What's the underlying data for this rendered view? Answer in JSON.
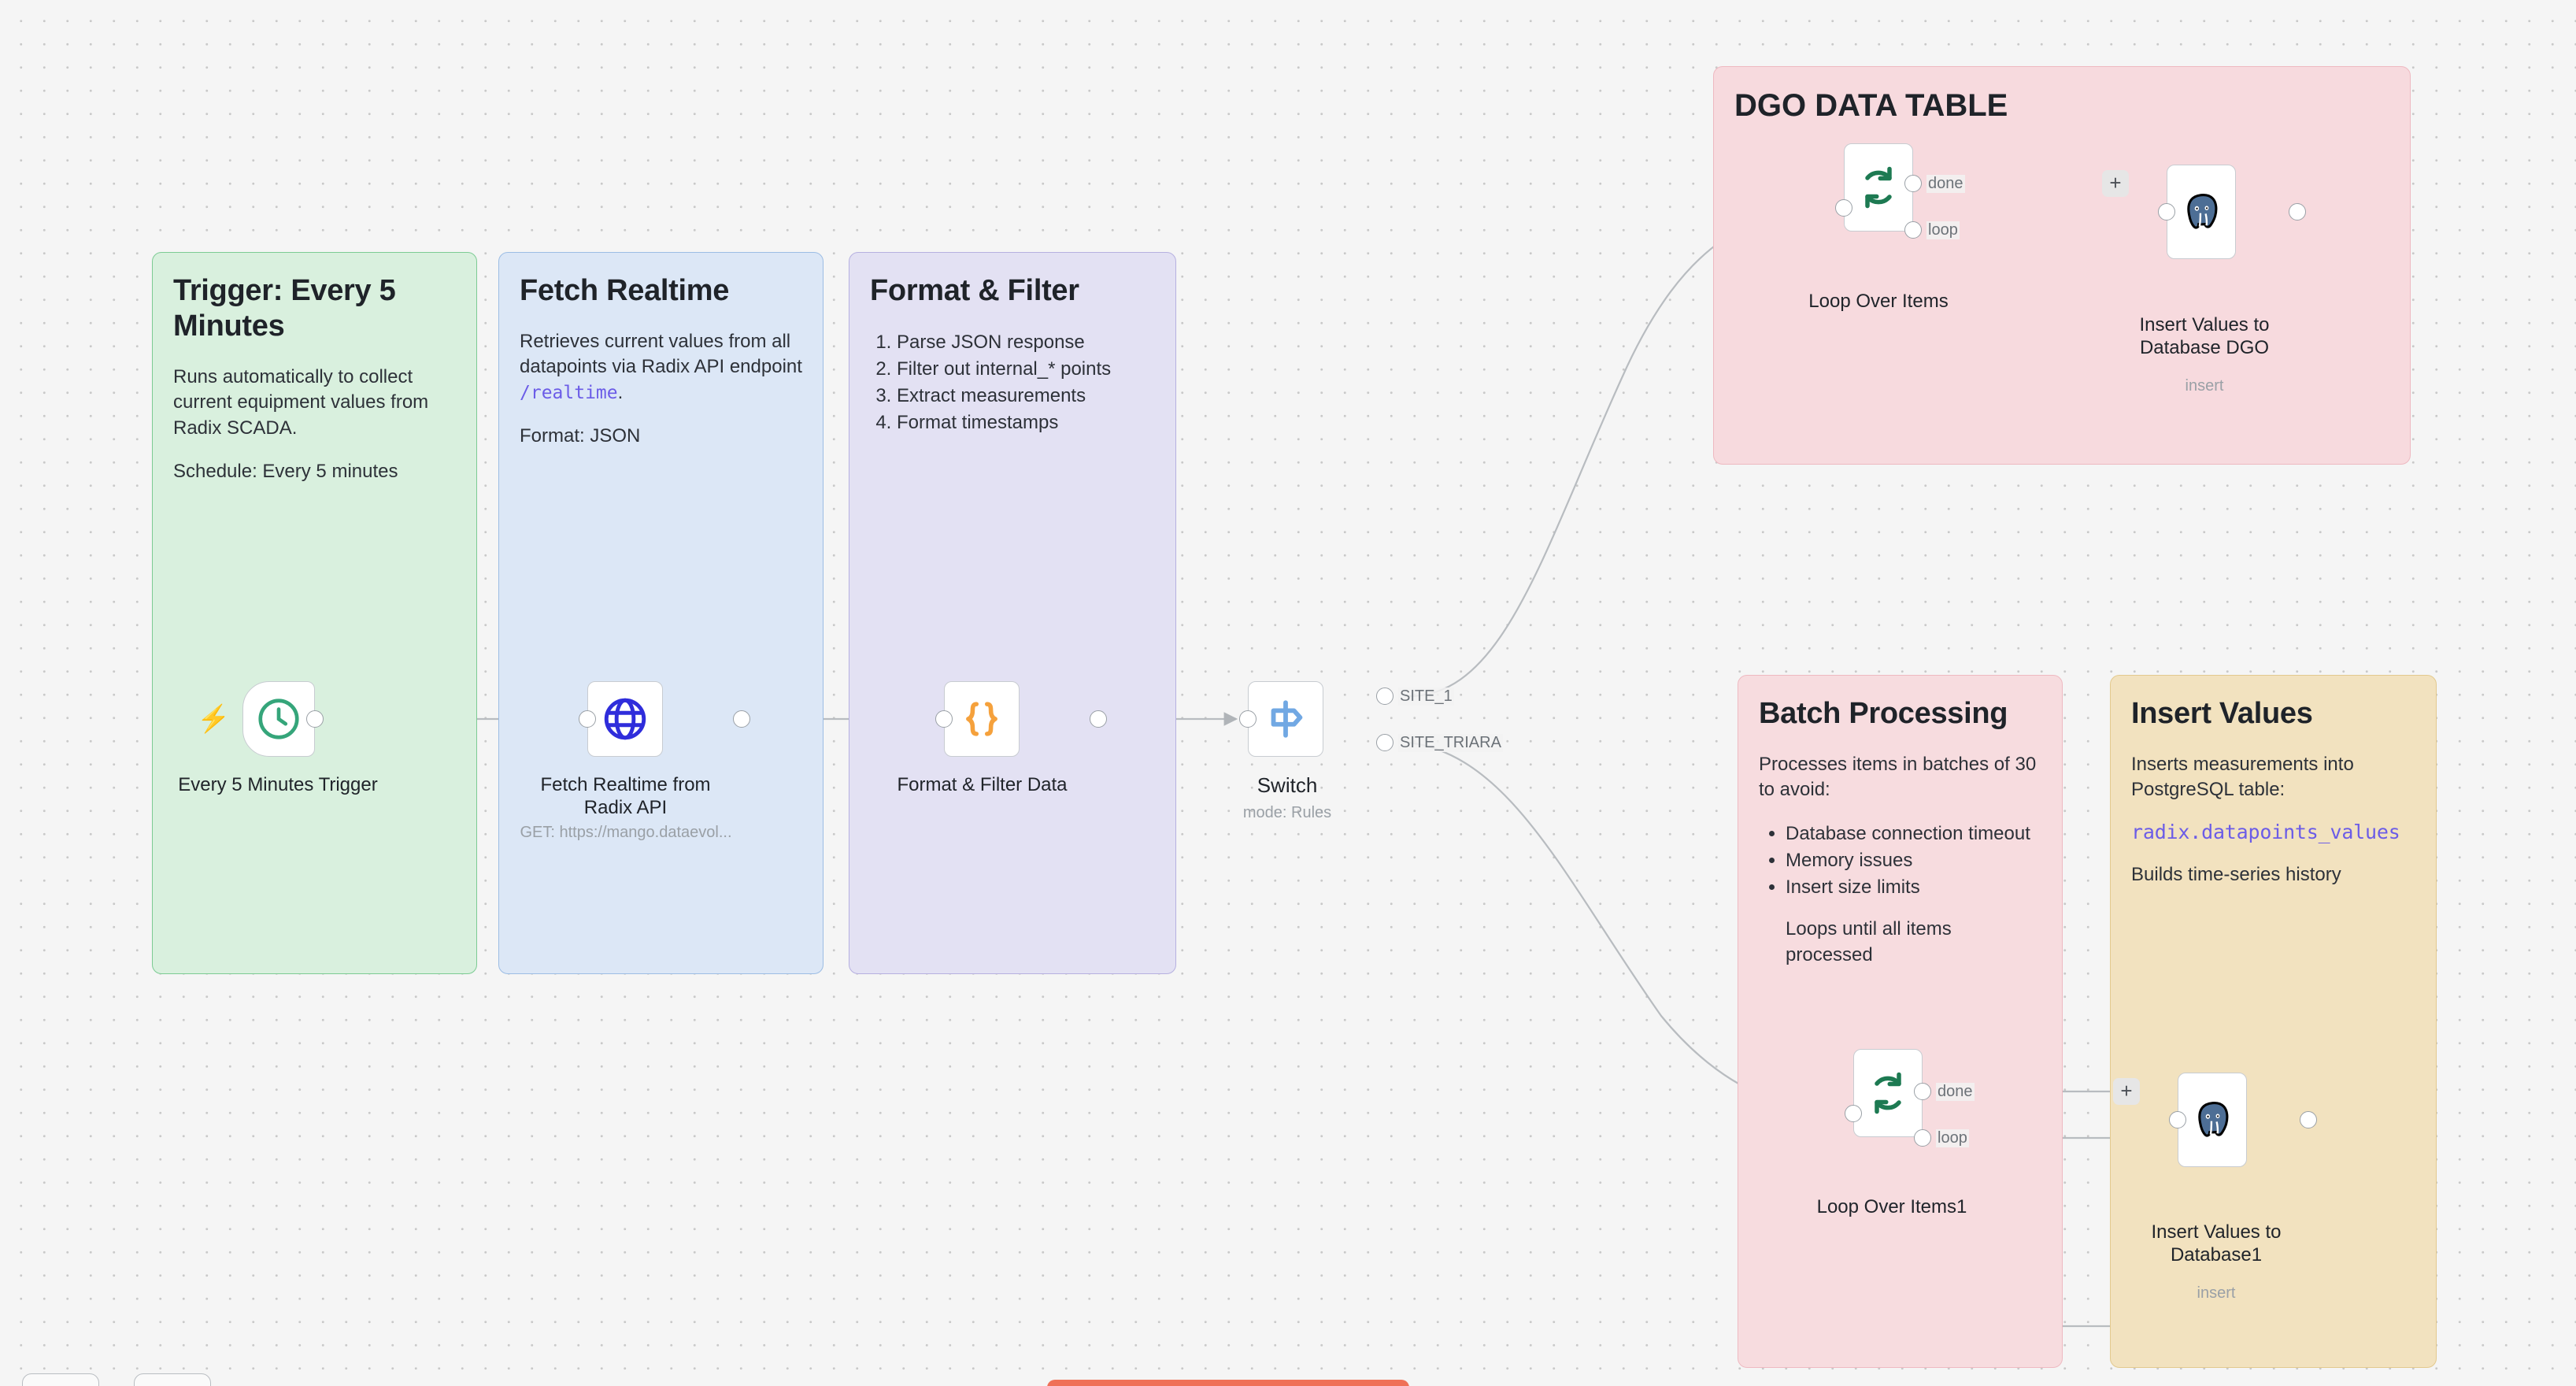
{
  "canvas": {
    "background": "#f5f5f5",
    "dot_color": "#c9c9c9"
  },
  "sticky_notes": [
    {
      "id": "trigger-note",
      "title": "Trigger: Every 5 Minutes",
      "color": "#d9f0de",
      "paragraphs": [
        "Runs automatically to collect current equipment values from Radix SCADA.",
        "Schedule: Every 5 minutes"
      ]
    },
    {
      "id": "fetch-note",
      "title": "Fetch Realtime",
      "color": "#dce7f6",
      "body_prefix": "Retrieves current values from all datapoints via Radix API endpoint ",
      "body_code": "/realtime",
      "body_suffix": ".",
      "format_line": "Format: JSON"
    },
    {
      "id": "format-note",
      "title": "Format & Filter",
      "color": "#e3e1f3",
      "steps": [
        "Parse JSON response",
        "Filter out internal_* points",
        "Extract measurements",
        "Format timestamps"
      ]
    },
    {
      "id": "dgo-note",
      "title": "DGO DATA TABLE",
      "color": "#f7dade"
    },
    {
      "id": "batch-note",
      "title": "Batch Processing",
      "color": "#f7dcdf",
      "intro": "Processes items in batches of 30 to avoid:",
      "bullets": [
        "Database connection timeout",
        "Memory issues",
        "Insert size limits"
      ],
      "outro": "Loops until all items processed"
    },
    {
      "id": "insert-note",
      "title": "Insert Values",
      "color": "#f2e2bf",
      "intro": "Inserts measurements into PostgreSQL table:",
      "table_name": "radix.datapoints_values",
      "outro": "Builds time-series history"
    }
  ],
  "nodes": [
    {
      "id": "trigger",
      "label": "Every 5 Minutes Trigger",
      "icon": "clock-icon",
      "icon_color": "#35a57a"
    },
    {
      "id": "http",
      "label": "Fetch Realtime from Radix API",
      "subtitle": "GET: https://mango.dataevol...",
      "icon": "globe-icon",
      "icon_color": "#2f2ddb"
    },
    {
      "id": "code",
      "label": "Format & Filter Data",
      "icon": "braces-icon",
      "icon_color": "#f5a13c"
    },
    {
      "id": "switch",
      "label": "Switch",
      "subtitle": "mode: Rules",
      "icon": "signpost-icon",
      "icon_color": "#71a8e3",
      "outputs": [
        "SITE_1",
        "SITE_TRIARA"
      ]
    },
    {
      "id": "loop1",
      "label": "Loop Over Items",
      "icon": "loop-icon",
      "icon_color": "#1d7a52",
      "outputs": [
        "done",
        "loop"
      ]
    },
    {
      "id": "pg1",
      "label": "Insert Values to Database DGO",
      "subtitle": "insert",
      "icon": "postgres-elephant-icon",
      "icon_color": "#4d6e95"
    },
    {
      "id": "loop2",
      "label": "Loop Over Items1",
      "icon": "loop-icon",
      "icon_color": "#1d7a52",
      "outputs": [
        "done",
        "loop"
      ]
    },
    {
      "id": "pg2",
      "label": "Insert Values to Database1",
      "subtitle": "insert",
      "icon": "postgres-elephant-icon",
      "icon_color": "#4d6e95"
    }
  ],
  "plus_buttons": {
    "symbol": "+"
  },
  "trigger_bolt": {
    "symbol": "⚡",
    "color": "#f06449"
  }
}
